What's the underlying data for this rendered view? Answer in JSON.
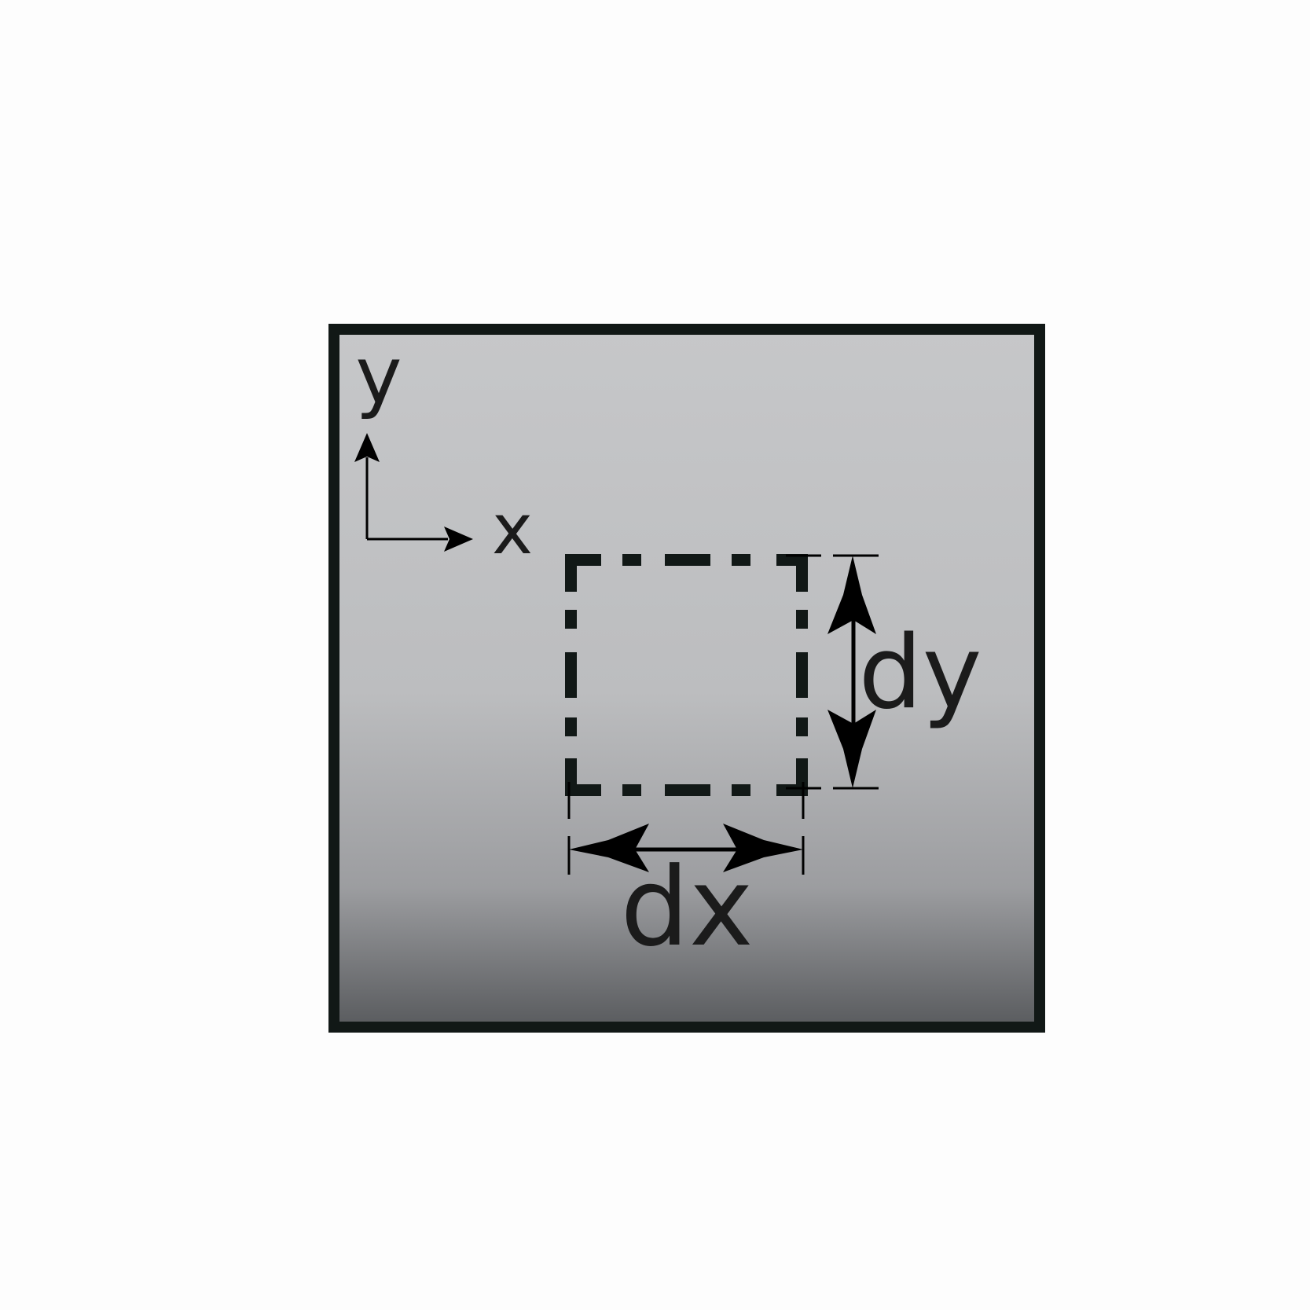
{
  "diagram": {
    "axis_x_label": "x",
    "axis_y_label": "y",
    "dim_x_label": "dx",
    "dim_y_label": "dy",
    "colors": {
      "background": "#fdfdfd",
      "panel_gradient_top": "#c6c7c9",
      "panel_gradient_mid": "#bcbdbf",
      "panel_gradient_bottom": "#595b5e",
      "stroke": "#111816"
    }
  }
}
